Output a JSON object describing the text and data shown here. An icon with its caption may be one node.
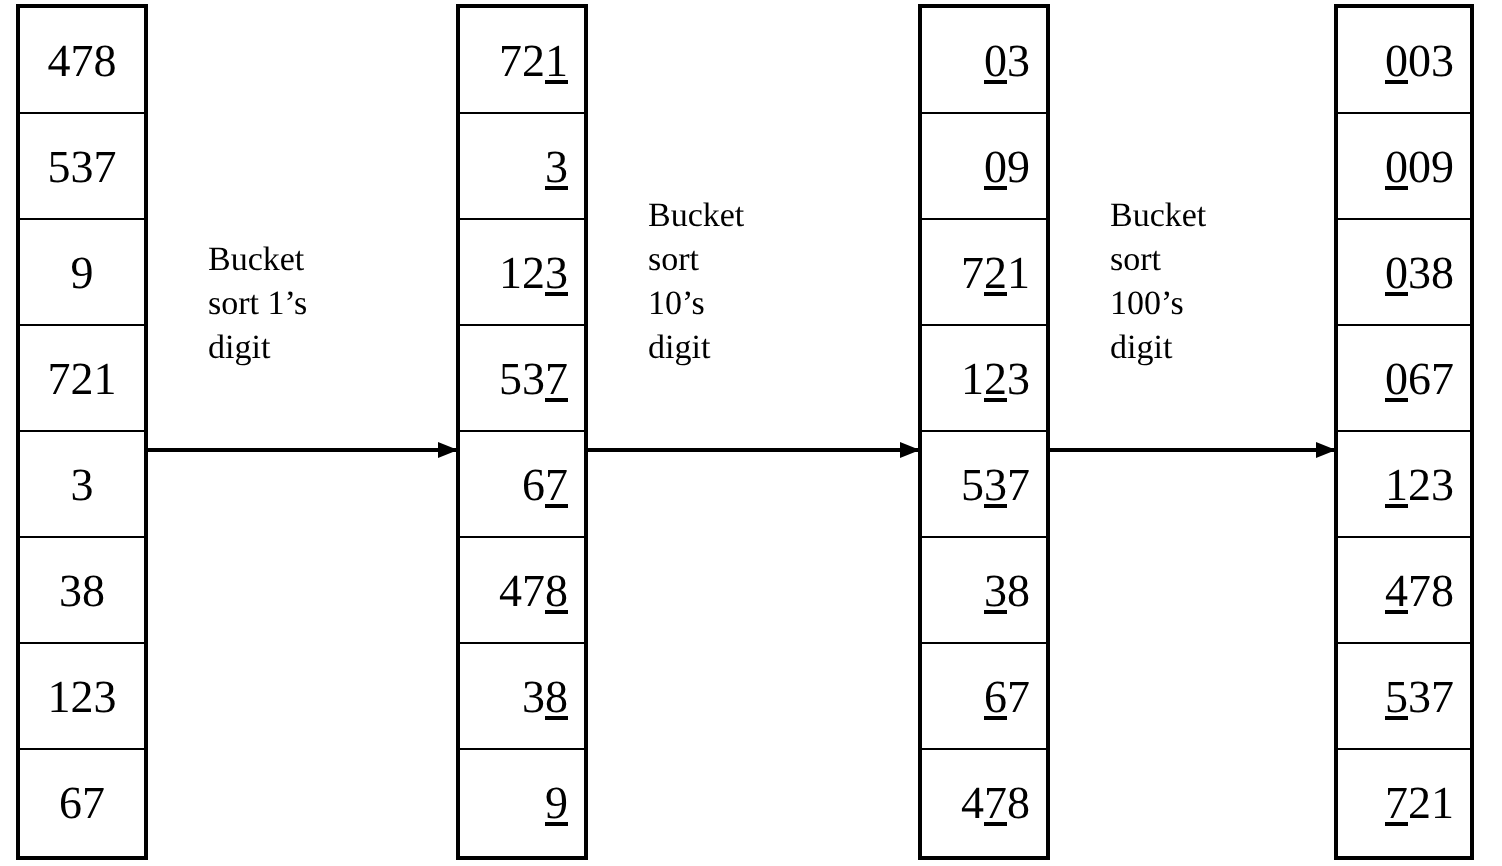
{
  "diagram": {
    "nodes": [
      {
        "text": [],
        "shape": "box"
      },
      {
        "text": [
          "478"
        ],
        "in": 0
      },
      {
        "text": [
          "537"
        ],
        "in": 0
      },
      {
        "text": [
          "9"
        ],
        "in": 0
      },
      {
        "text": [
          "721"
        ],
        "in": 0
      },
      {
        "text": [
          "3"
        ],
        "in": 0
      },
      {
        "text": [
          "38"
        ],
        "in": 0
      },
      {
        "text": [
          "123"
        ],
        "in": 0
      },
      {
        "text": [
          "67"
        ],
        "in": 0
      },
      {
        "text": [],
        "shape": "box"
      },
      {
        "text": [
          "721"
        ],
        "in": 9
      },
      {
        "text": [
          "3"
        ],
        "in": 9
      },
      {
        "text": [
          "123"
        ],
        "in": 9
      },
      {
        "text": [
          "537"
        ],
        "in": 9
      },
      {
        "text": [
          "67"
        ],
        "in": 9
      },
      {
        "text": [
          "478"
        ],
        "in": 9
      },
      {
        "text": [
          "38"
        ],
        "in": 9
      },
      {
        "text": [
          "9"
        ],
        "in": 9
      },
      {
        "text": [],
        "shape": "box"
      },
      {
        "text": [
          "03"
        ],
        "in": 18
      },
      {
        "text": [
          "09"
        ],
        "in": 18
      },
      {
        "text": [
          "721"
        ],
        "in": 18
      },
      {
        "text": [
          "123"
        ],
        "in": 18
      },
      {
        "text": [
          "537"
        ],
        "in": 18
      },
      {
        "text": [
          "38"
        ],
        "in": 18
      },
      {
        "text": [
          "67"
        ],
        "in": 18
      },
      {
        "text": [
          "478"
        ],
        "in": 18
      },
      {
        "text": [],
        "shape": "box"
      },
      {
        "text": [
          "003"
        ],
        "in": 27
      },
      {
        "text": [
          "009"
        ],
        "in": 27
      },
      {
        "text": [
          "038"
        ],
        "in": 27
      },
      {
        "text": [
          "067"
        ],
        "in": 27
      },
      {
        "text": [
          "123"
        ],
        "in": 27
      },
      {
        "text": [
          "478"
        ],
        "in": 27
      },
      {
        "text": [
          "537"
        ],
        "in": 27
      },
      {
        "text": [
          "721"
        ],
        "in": 27
      }
    ],
    "edges": [
      {
        "from": 0,
        "to": 9,
        "arrow": "to",
        "label": "Bucket sort 1’s digit"
      },
      {
        "from": 9,
        "to": 18,
        "arrow": "to",
        "label": "Bucket sort 10’s digit"
      },
      {
        "from": 18,
        "to": 27,
        "arrow": "to",
        "label": "Bucket sort 100’s digit"
      }
    ]
  }
}
